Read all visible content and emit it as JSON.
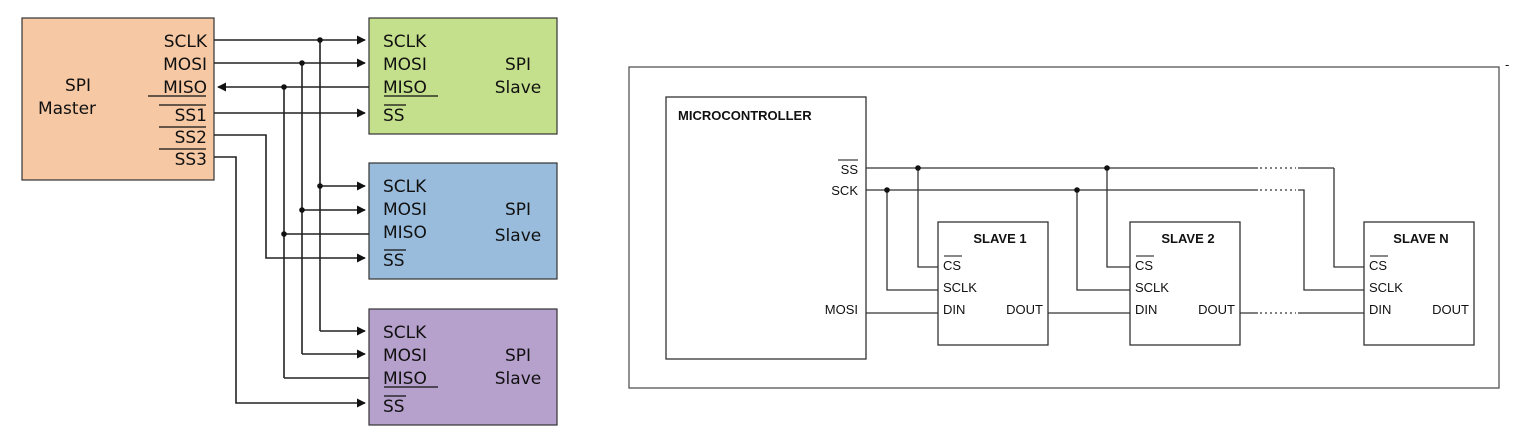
{
  "left_diagram": {
    "master": {
      "name_line1": "SPI",
      "name_line2": "Master",
      "pins": [
        "SCLK",
        "MOSI",
        "MISO",
        "SS1",
        "SS2",
        "SS3"
      ],
      "color": "#f6c8a4"
    },
    "slaves": [
      {
        "pins": [
          "SCLK",
          "MOSI",
          "MISO",
          "SS"
        ],
        "name_line1": "SPI",
        "name_line2": "Slave",
        "color": "#c5e08c"
      },
      {
        "pins": [
          "SCLK",
          "MOSI",
          "MISO",
          "SS"
        ],
        "name_line1": "SPI",
        "name_line2": "Slave",
        "color": "#99bcdc"
      },
      {
        "pins": [
          "SCLK",
          "MOSI",
          "MISO",
          "SS"
        ],
        "name_line1": "SPI",
        "name_line2": "Slave",
        "color": "#b6a0cc"
      }
    ]
  },
  "right_diagram": {
    "microcontroller": {
      "title": "MICROCONTROLLER",
      "pins": [
        "SS",
        "SCK",
        "MOSI"
      ]
    },
    "slaves": [
      {
        "title": "SLAVE 1",
        "pins": [
          "CS",
          "SCLK",
          "DIN",
          "DOUT"
        ]
      },
      {
        "title": "SLAVE 2",
        "pins": [
          "CS",
          "SCLK",
          "DIN",
          "DOUT"
        ]
      },
      {
        "title": "SLAVE N",
        "pins": [
          "CS",
          "SCLK",
          "DIN",
          "DOUT"
        ]
      }
    ],
    "trailing_mark": "-"
  }
}
